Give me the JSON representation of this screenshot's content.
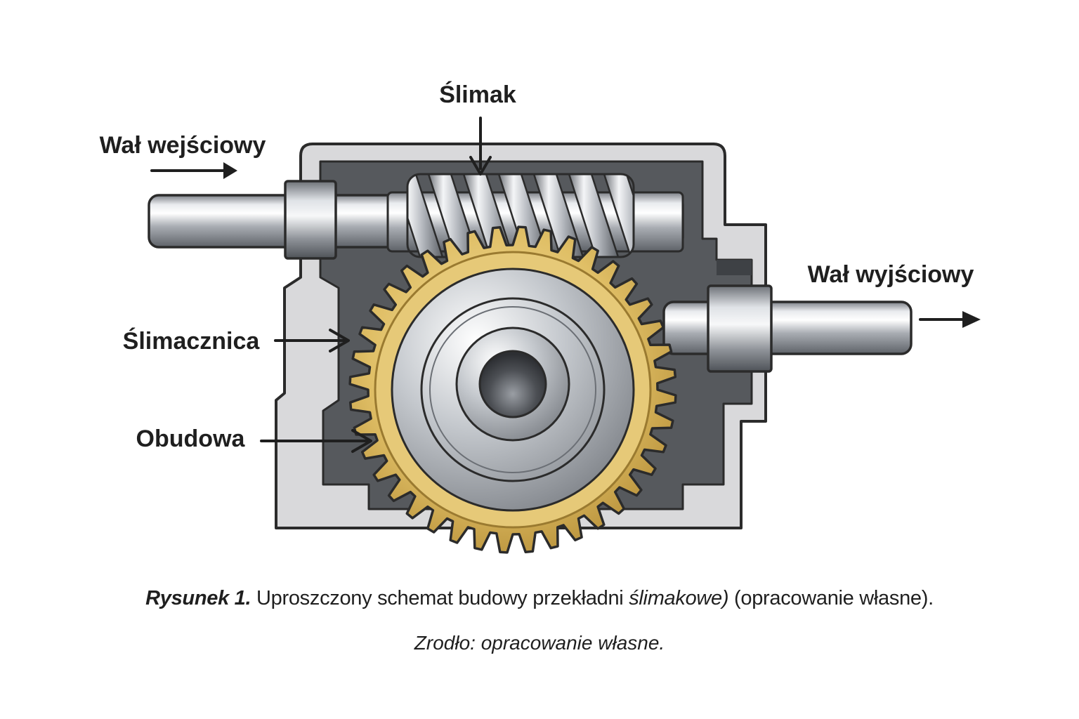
{
  "labels": {
    "worm": "Ślimak",
    "input_shaft": "Wał wejściowy",
    "output_shaft": "Wał wyjściowy",
    "worm_wheel": "Ślimacznica",
    "housing": "Obudowa"
  },
  "caption": {
    "figure_number": "Rysunek 1.",
    "text_before": " Uproszczony schemat budowy przekładni ",
    "italic_part": "ślimakowe)",
    "text_after": " (opracowanie własne).",
    "source": "Zrodło: opracowanie własne."
  },
  "colors": {
    "housing_outer": "#d9d9db",
    "housing_inner": "#55585c",
    "steel": "#b8bcc2",
    "brass": "#d8b65c",
    "outline": "#2b2b2b"
  },
  "gear": {
    "teeth_count": 40
  }
}
